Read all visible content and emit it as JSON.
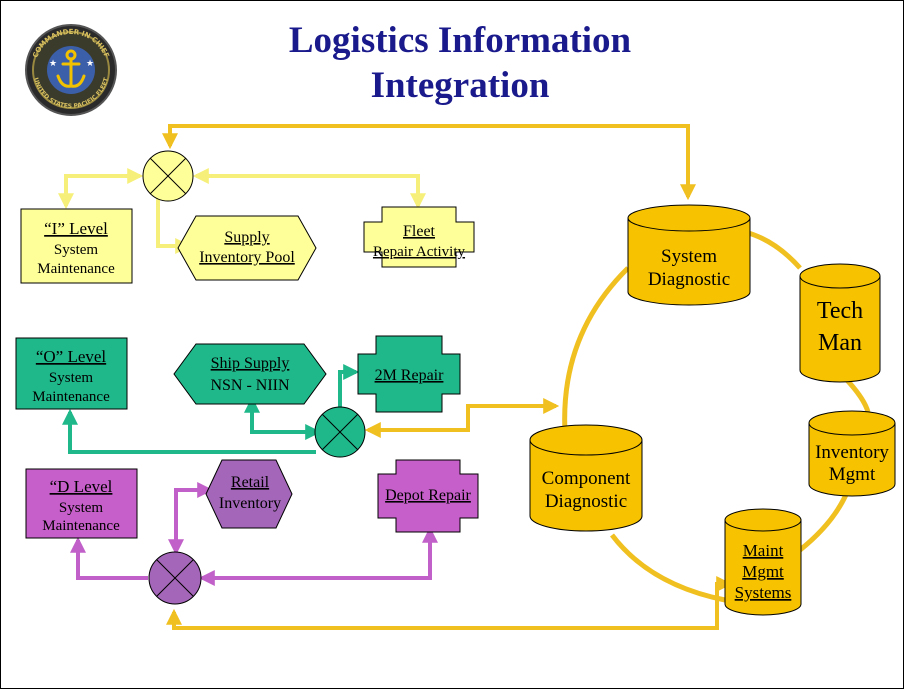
{
  "title_line1": "Logistics Information",
  "title_line2": "Integration",
  "seal": {
    "text_top": "COMMANDER IN CHIEF",
    "text_bottom": "UNITED STATES PACIFIC FLEET",
    "icon": "anchor-icon"
  },
  "colors": {
    "title": "#1a1a8c",
    "yellow_line": "#f0c020",
    "light_yellow_line": "#f6f07a",
    "light_yellow_fill": "#ffff99",
    "teal": "#1fb88a",
    "purple_line": "#c060c8",
    "purple_fill": "#a366b8",
    "magenta_fill": "#c65fc9",
    "cylinder": "#f7c300"
  },
  "nodes": {
    "i_level": {
      "title": "“I” Level",
      "line2": "System",
      "line3": "Maintenance"
    },
    "supply_pool": {
      "line1": "Supply",
      "line2": "Inventory Pool"
    },
    "fleet_repair": {
      "line1": "Fleet",
      "line2": "Repair Activity"
    },
    "o_level": {
      "title": "“O” Level",
      "line2": "System",
      "line3": "Maintenance"
    },
    "ship_supply": {
      "line1": "Ship Supply",
      "line2": "NSN - NIIN"
    },
    "repair_2m": {
      "label": "2M Repair"
    },
    "d_level": {
      "title": "“D Level",
      "line2": "System",
      "line3": "Maintenance"
    },
    "retail_inventory": {
      "line1": "Retail",
      "line2": "Inventory"
    },
    "depot_repair": {
      "label": "Depot Repair"
    }
  },
  "databases": {
    "system_diagnostic": {
      "line1": "System",
      "line2": "Diagnostic"
    },
    "tech_man": {
      "line1": "Tech",
      "line2": "Man"
    },
    "inventory_mgmt": {
      "line1": "Inventory",
      "line2": "Mgmt"
    },
    "maint_mgmt": {
      "line1": "Maint",
      "line2": "Mgmt",
      "line3": "Systems"
    },
    "component_diagnostic": {
      "line1": "Component",
      "line2": "Diagnostic"
    }
  }
}
